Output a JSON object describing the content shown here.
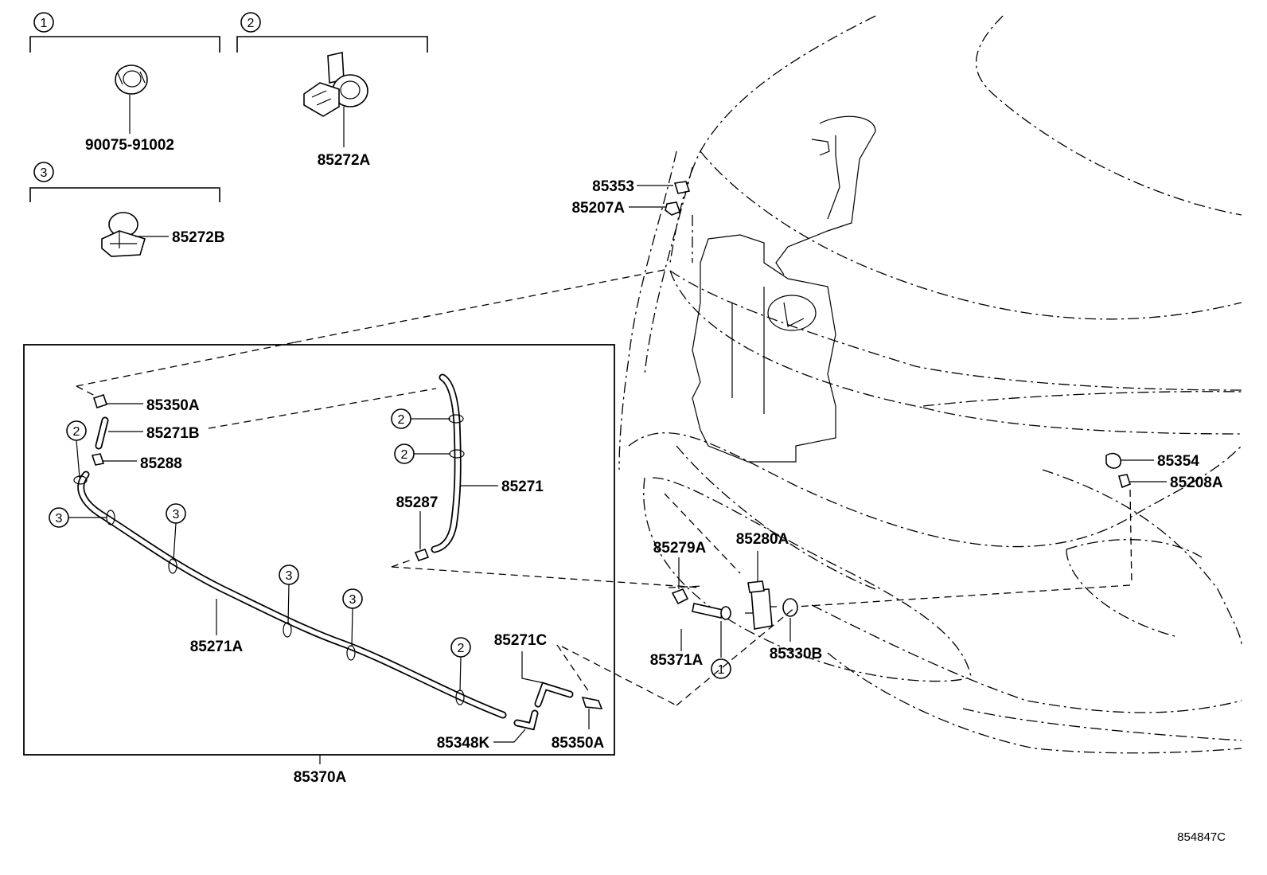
{
  "callouts": {
    "c1": "1",
    "c2": "2",
    "c3": "3"
  },
  "clip_groups": [
    {
      "marker": "1",
      "part": "90075-91002"
    },
    {
      "marker": "2",
      "part": "85272A"
    },
    {
      "marker": "3",
      "part": "85272B"
    }
  ],
  "labels": {
    "p85353": "85353",
    "p85207A": "85207A",
    "p85350A_top": "85350A",
    "p85271B": "85271B",
    "p85288": "85288",
    "p85271": "85271",
    "p85287": "85287",
    "p85271A": "85271A",
    "p85271C": "85271C",
    "p85348K": "85348K",
    "p85350A_bot": "85350A",
    "p85370A": "85370A",
    "p85279A": "85279A",
    "p85280A": "85280A",
    "p85371A": "85371A",
    "p85330B": "85330B",
    "p85354": "85354",
    "p85208A": "85208A"
  },
  "figure_id": "854847C"
}
